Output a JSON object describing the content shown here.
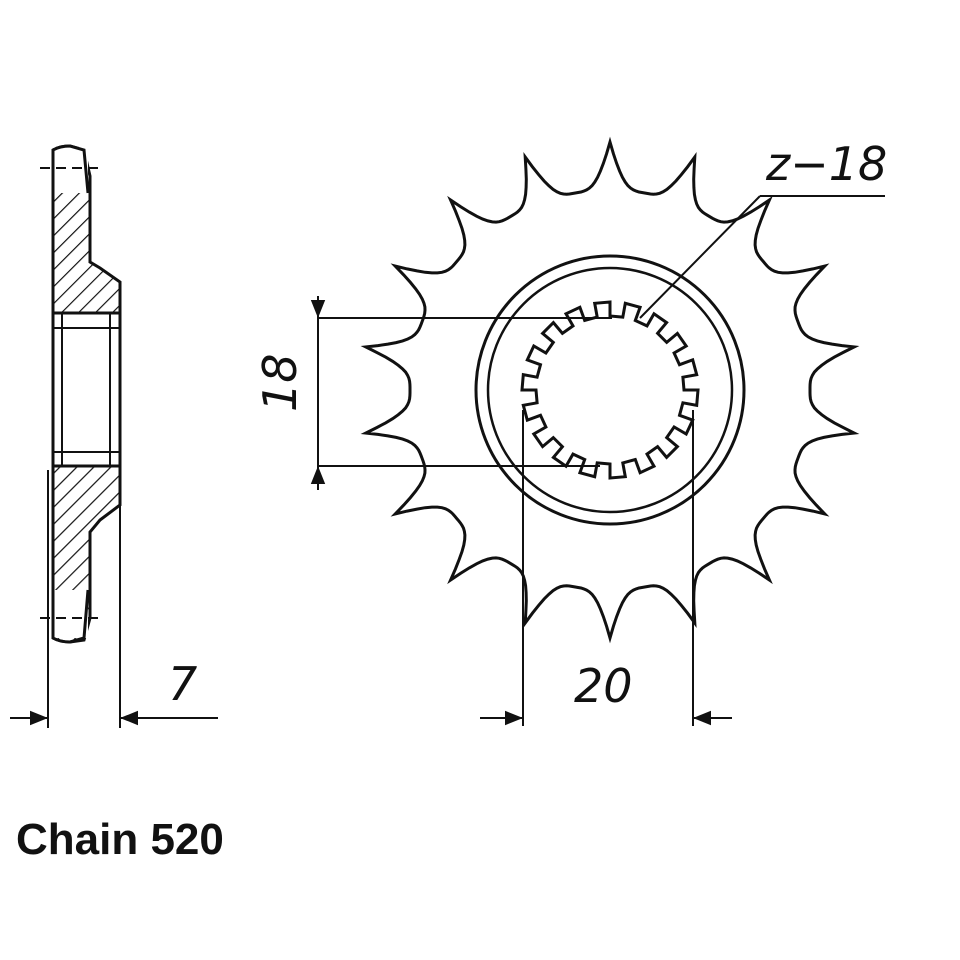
{
  "labels": {
    "tooth_count": "z−18",
    "hub_thickness": "7",
    "spline_dimension_18": "18",
    "spline_dimension_20": "20",
    "caption": "Chain 520"
  },
  "sprocket": {
    "teeth": 18,
    "spline_teeth": 18
  },
  "colors": {
    "ink": "#111111",
    "paper": "#ffffff"
  }
}
